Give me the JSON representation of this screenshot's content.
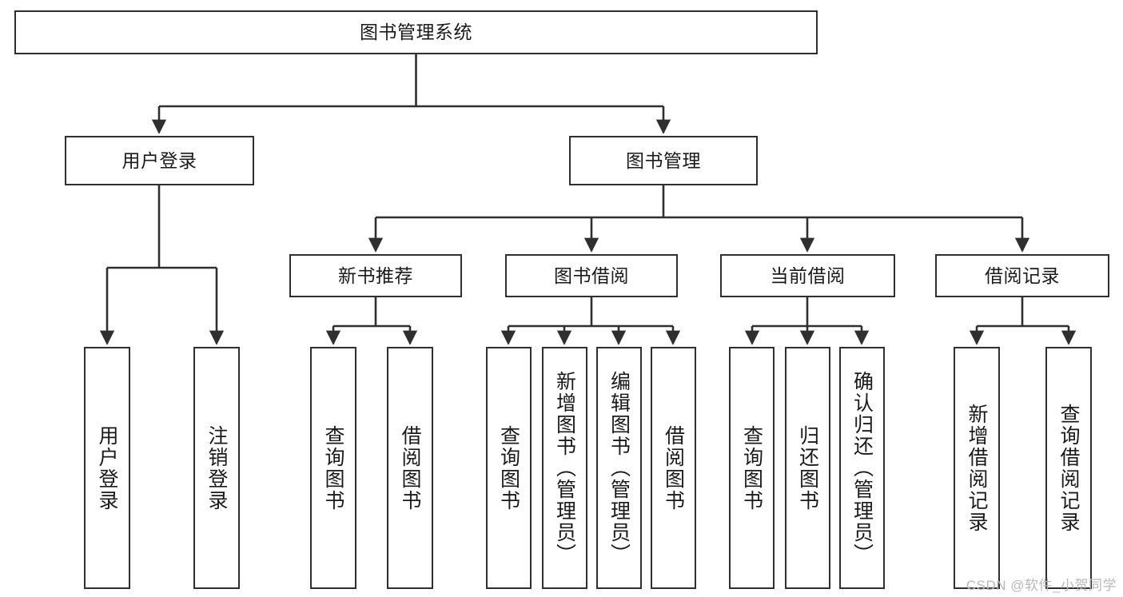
{
  "diagram": {
    "title": "图书管理系统",
    "type": "tree",
    "colors": {
      "box_border": "#2f2f2f",
      "box_fill": "#ffffff",
      "connector": "#2f2f2f",
      "text": "#1a1a1a",
      "watermark": "#b8b8b8"
    },
    "root": {
      "label": "图书管理系统"
    },
    "level2": [
      {
        "label": "用户登录"
      },
      {
        "label": "图书管理"
      }
    ],
    "level3": [
      {
        "label": "新书推荐"
      },
      {
        "label": "图书借阅"
      },
      {
        "label": "当前借阅"
      },
      {
        "label": "借阅记录"
      }
    ],
    "leaves": {
      "user_login": [
        {
          "label": "用户登录"
        },
        {
          "label": "注销登录"
        }
      ],
      "new_book_recommend": [
        {
          "label": "查询图书"
        },
        {
          "label": "借阅图书"
        }
      ],
      "book_borrow": [
        {
          "label": "查询图书"
        },
        {
          "label": "新增图书（管理员）"
        },
        {
          "label": "编辑图书（管理员）"
        },
        {
          "label": "借阅图书"
        }
      ],
      "current_borrow": [
        {
          "label": "查询图书"
        },
        {
          "label": "归还图书"
        },
        {
          "label": "确认归还（管理员）"
        }
      ],
      "borrow_records": [
        {
          "label": "新增借阅记录"
        },
        {
          "label": "查询借阅记录"
        }
      ]
    }
  },
  "watermark": {
    "text": "CSDN @软件_小贺同学"
  }
}
